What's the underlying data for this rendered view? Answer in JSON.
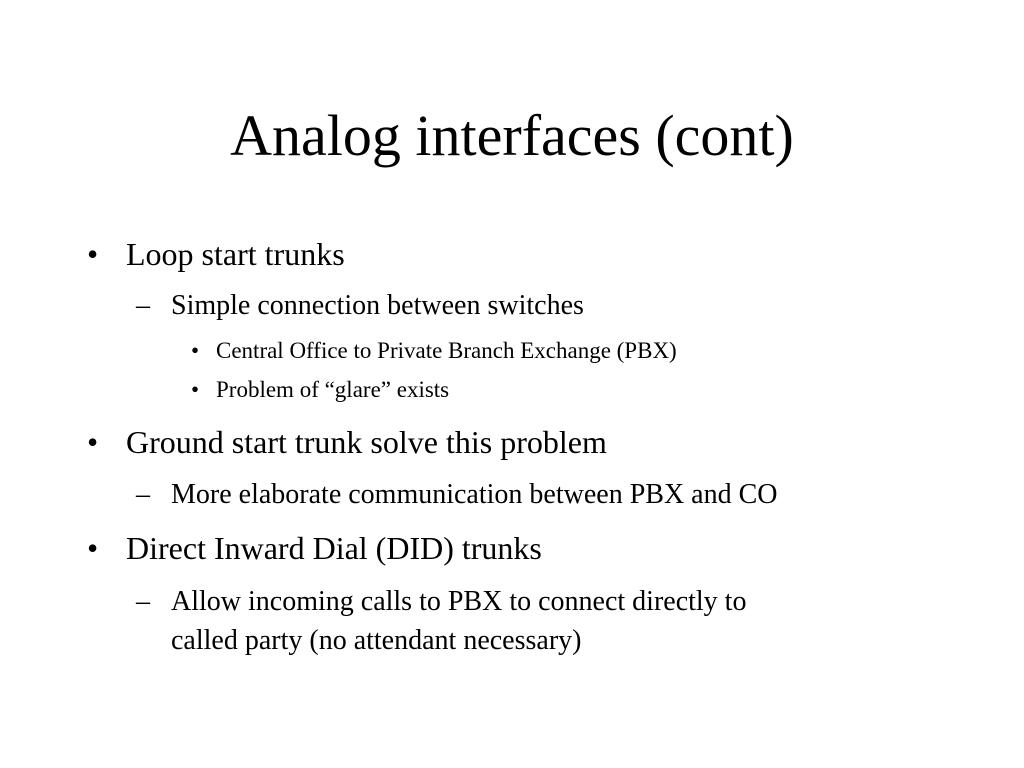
{
  "slide": {
    "title": "Analog interfaces (cont)",
    "markers": {
      "bullet": "•",
      "dash": "–"
    },
    "items": [
      {
        "level": 1,
        "text": "Loop start trunks"
      },
      {
        "level": 2,
        "text": "Simple connection between switches"
      },
      {
        "level": 3,
        "text": "Central Office to Private Branch Exchange (PBX)"
      },
      {
        "level": 3,
        "text": "Problem of “glare” exists"
      },
      {
        "level": 1,
        "text": "Ground start trunk solve this problem"
      },
      {
        "level": 2,
        "text": "More elaborate communication between PBX and CO"
      },
      {
        "level": 1,
        "text": "Direct Inward Dial (DID) trunks"
      },
      {
        "level": 2,
        "text": "Allow incoming calls to PBX to connect directly to"
      },
      {
        "level": 2,
        "text": "called party (no attendant necessary)",
        "continuation": true
      }
    ]
  }
}
